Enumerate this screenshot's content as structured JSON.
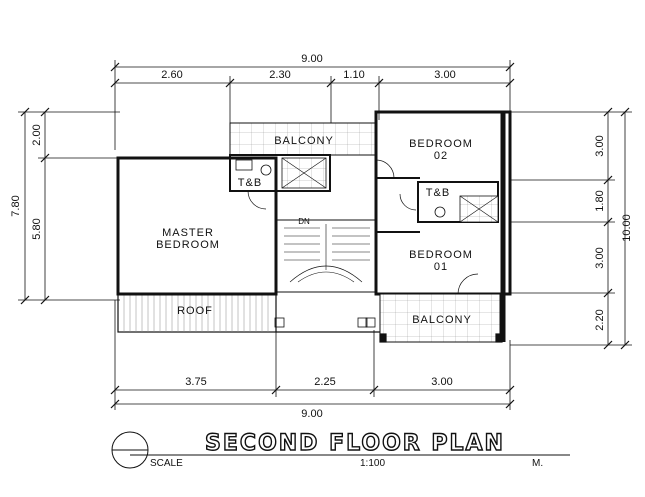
{
  "title": "SECOND FLOOR PLAN",
  "scale": {
    "label": "SCALE",
    "value": "1:100",
    "unit": "M."
  },
  "rooms": {
    "master_bedroom": [
      "MASTER",
      "BEDROOM"
    ],
    "bedroom_02": [
      "BEDROOM",
      "02"
    ],
    "bedroom_01": [
      "BEDROOM",
      "01"
    ],
    "balcony_top": "BALCONY",
    "balcony_bottom": "BALCONY",
    "tb_left": "T&B",
    "tb_right": "T&B",
    "roof": "ROOF",
    "stair_dn": "DN"
  },
  "dimensions": {
    "top_total": "9.00",
    "top_segments": [
      "2.60",
      "2.30",
      "1.10",
      "3.00"
    ],
    "bottom_segments": [
      "3.75",
      "2.25",
      "3.00"
    ],
    "bottom_total": "9.00",
    "left_outer": "7.80",
    "left_inner": [
      "2.00",
      "5.80"
    ],
    "right_segments": [
      "3.00",
      "1.80",
      "3.00",
      "2.20"
    ],
    "right_total": "10.00"
  }
}
